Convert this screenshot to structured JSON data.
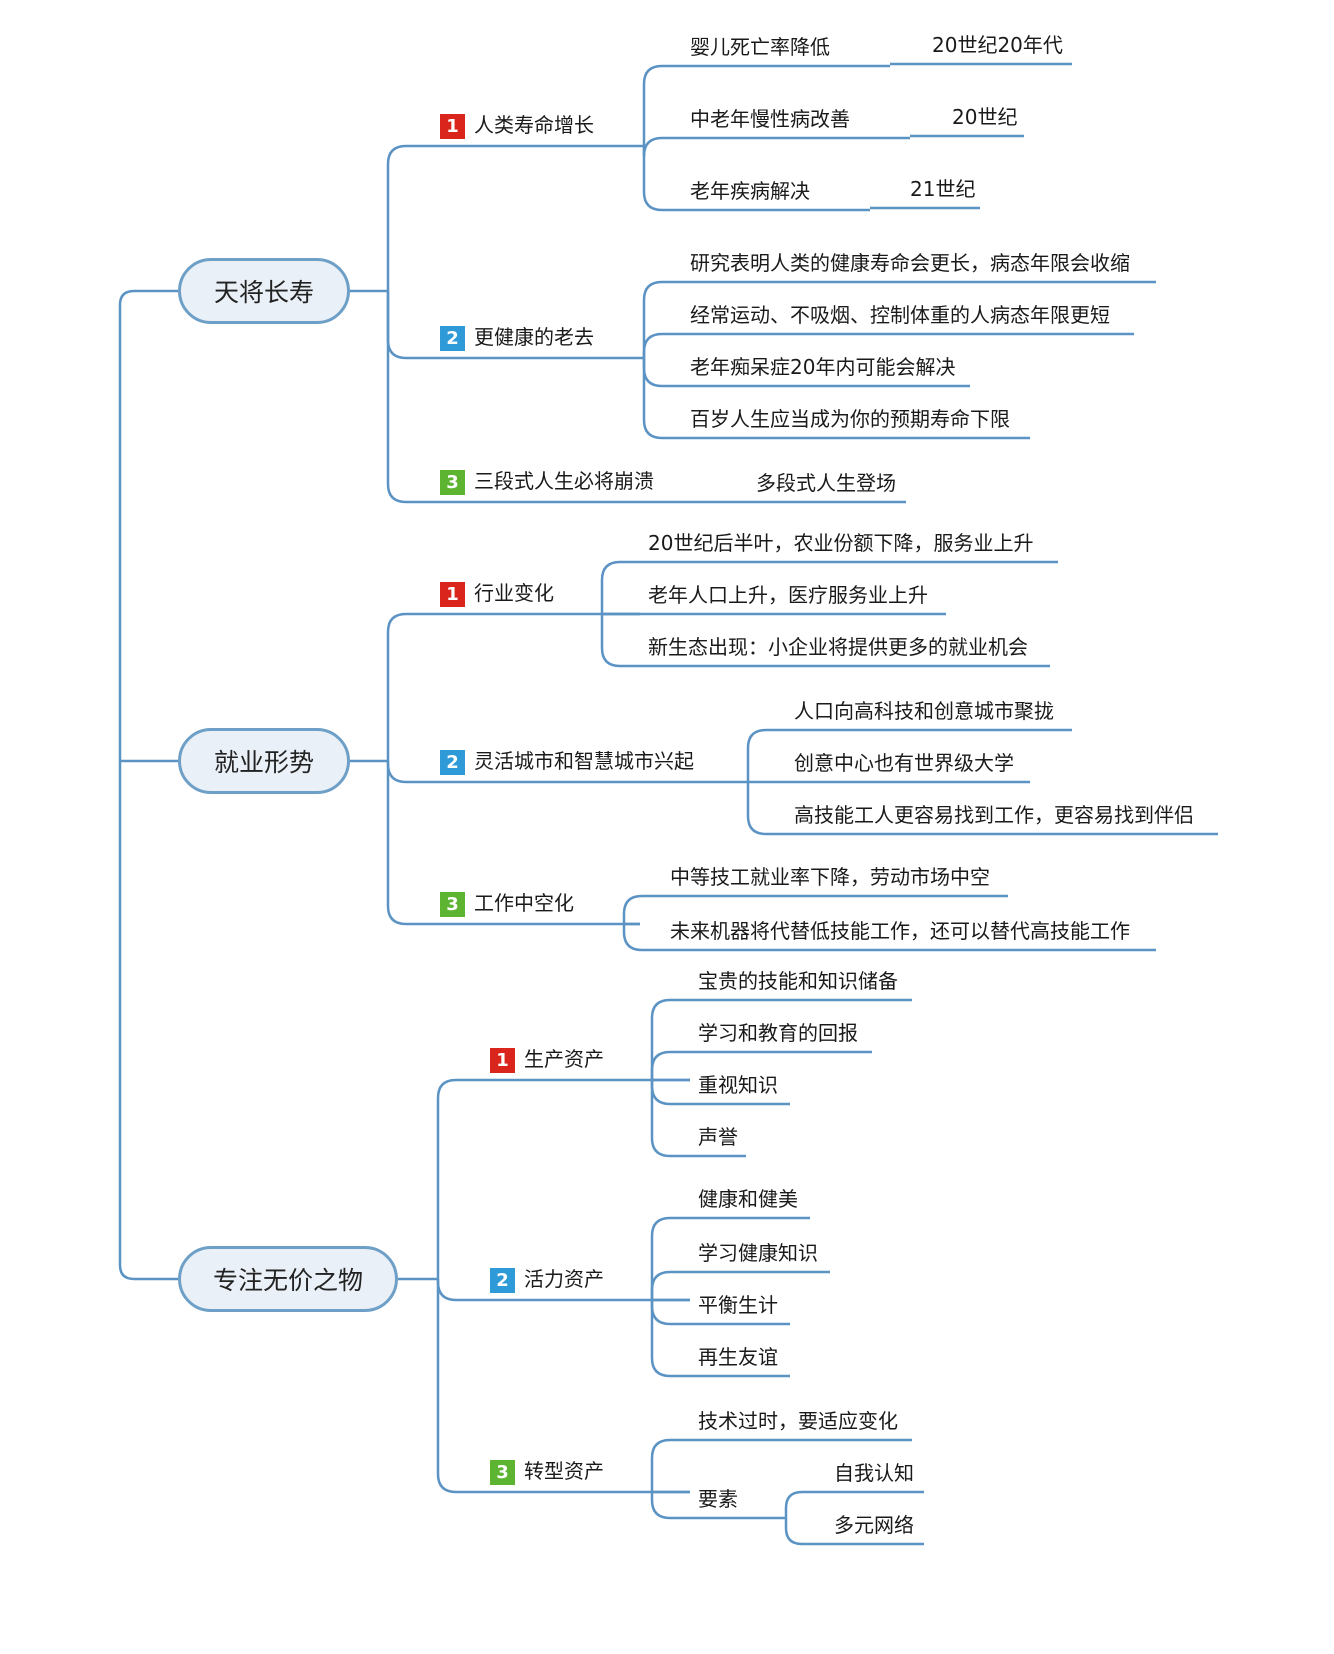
{
  "colors": {
    "line": "#5b93c4",
    "central_fill": "#eaf0f7",
    "central_border": "#6e9fc6",
    "badge_1": "#d9251c",
    "badge_2": "#2e9ad8",
    "badge_3": "#5cb431"
  },
  "branches": [
    {
      "label": "天将长寿",
      "subs": [
        {
          "num": "1",
          "label": "人类寿命增长",
          "items": [
            {
              "text": "婴儿死亡率降低",
              "note": "20世纪20年代"
            },
            {
              "text": "中老年慢性病改善",
              "note": "20世纪"
            },
            {
              "text": "老年疾病解决",
              "note": "21世纪"
            }
          ]
        },
        {
          "num": "2",
          "label": "更健康的老去",
          "items": [
            {
              "text": "研究表明人类的健康寿命会更长，病态年限会收缩"
            },
            {
              "text": "经常运动、不吸烟、控制体重的人病态年限更短"
            },
            {
              "text": "老年痴呆症20年内可能会解决"
            },
            {
              "text": "百岁人生应当成为你的预期寿命下限"
            }
          ]
        },
        {
          "num": "3",
          "label": "三段式人生必将崩溃",
          "note": "多段式人生登场"
        }
      ]
    },
    {
      "label": "就业形势",
      "subs": [
        {
          "num": "1",
          "label": "行业变化",
          "items": [
            {
              "text": "20世纪后半叶，农业份额下降，服务业上升"
            },
            {
              "text": "老年人口上升，医疗服务业上升"
            },
            {
              "text": "新生态出现：小企业将提供更多的就业机会"
            }
          ]
        },
        {
          "num": "2",
          "label": "灵活城市和智慧城市兴起",
          "items": [
            {
              "text": "人口向高科技和创意城市聚拢"
            },
            {
              "text": "创意中心也有世界级大学"
            },
            {
              "text": "高技能工人更容易找到工作，更容易找到伴侣"
            }
          ]
        },
        {
          "num": "3",
          "label": "工作中空化",
          "items": [
            {
              "text": "中等技工就业率下降，劳动市场中空"
            },
            {
              "text": "未来机器将代替低技能工作，还可以替代高技能工作"
            }
          ]
        }
      ]
    },
    {
      "label": "专注无价之物",
      "subs": [
        {
          "num": "1",
          "label": "生产资产",
          "items": [
            {
              "text": "宝贵的技能和知识储备"
            },
            {
              "text": "学习和教育的回报"
            },
            {
              "text": "重视知识"
            },
            {
              "text": "声誉"
            }
          ]
        },
        {
          "num": "2",
          "label": "活力资产",
          "items": [
            {
              "text": "健康和健美"
            },
            {
              "text": "学习健康知识"
            },
            {
              "text": "平衡生计"
            },
            {
              "text": "再生友谊"
            }
          ]
        },
        {
          "num": "3",
          "label": "转型资产",
          "items": [
            {
              "text": "技术过时，要适应变化"
            },
            {
              "text": "要素",
              "children": [
                {
                  "text": "自我认知"
                },
                {
                  "text": "多元网络"
                }
              ]
            }
          ]
        }
      ]
    }
  ]
}
